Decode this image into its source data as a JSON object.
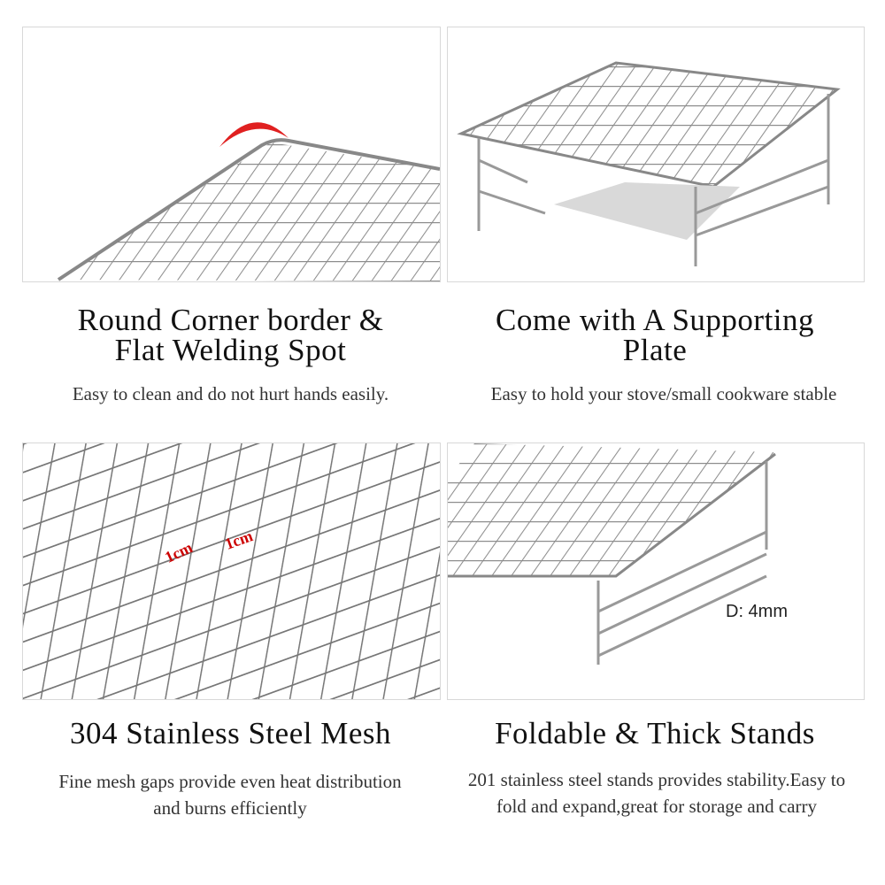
{
  "panels": [
    {
      "title": "Round Corner border & Flat Welding Spot",
      "title_l1": "Round Corner border &",
      "title_l2": "Flat Welding Spot",
      "desc": "Easy to clean and do not hurt hands easily."
    },
    {
      "title": "Come with A Supporting Plate",
      "title_l1": "Come with A Supporting",
      "title_l2": "Plate",
      "desc": "Easy to hold your stove/small cookware stable"
    },
    {
      "title": "304 Stainless Steel Mesh",
      "desc": "Fine mesh gaps provide even heat distribution and burns efficiently"
    },
    {
      "title": "Foldable & Thick Stands",
      "desc": "201 stainless steel stands provides stability.Easy to fold and expand,great for storage and carry"
    }
  ],
  "annotations": {
    "gap_1": "1cm",
    "gap_2": "1cm",
    "diameter": "D: 4mm"
  },
  "colors": {
    "accent": "#e02020",
    "mesh": "#9a9a9a"
  }
}
